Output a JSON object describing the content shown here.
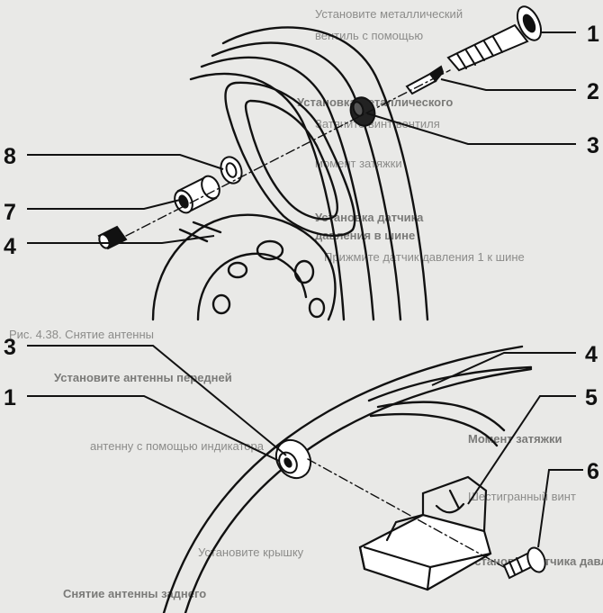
{
  "callouts": {
    "c1_top": "1",
    "c2": "2",
    "c3_top": "3",
    "c8": "8",
    "c7": "7",
    "c4_left": "4",
    "c3_bottom": "3",
    "c1_bottom": "1",
    "c4_right": "4",
    "c5": "5",
    "c6": "6"
  },
  "bleed_through": {
    "line1": "Установите металлический",
    "line2": "вентиль с помощью",
    "line3": "Установка металлического",
    "line4": "Затяните винт вентиля",
    "line5": "момент затяжки",
    "line6": "Установка датчика",
    "line7": "давления в шине",
    "line8": "Прижмите датчик давления 1 к шине",
    "line9": "Рис. 4.38. Снятие антенны",
    "line10": "Установите антенны передней",
    "line11": "антенну с помощью индикатора",
    "line12": "Момент затяжки",
    "line13": "Шестигранный винт",
    "line14": "Установка датчика давления в шине",
    "line15": "Установите крышку",
    "line16": "Снятие антенны заднего"
  },
  "colors": {
    "ink": "#111111",
    "paper": "#e9e9e7",
    "bleed": "#8c8c8a"
  }
}
